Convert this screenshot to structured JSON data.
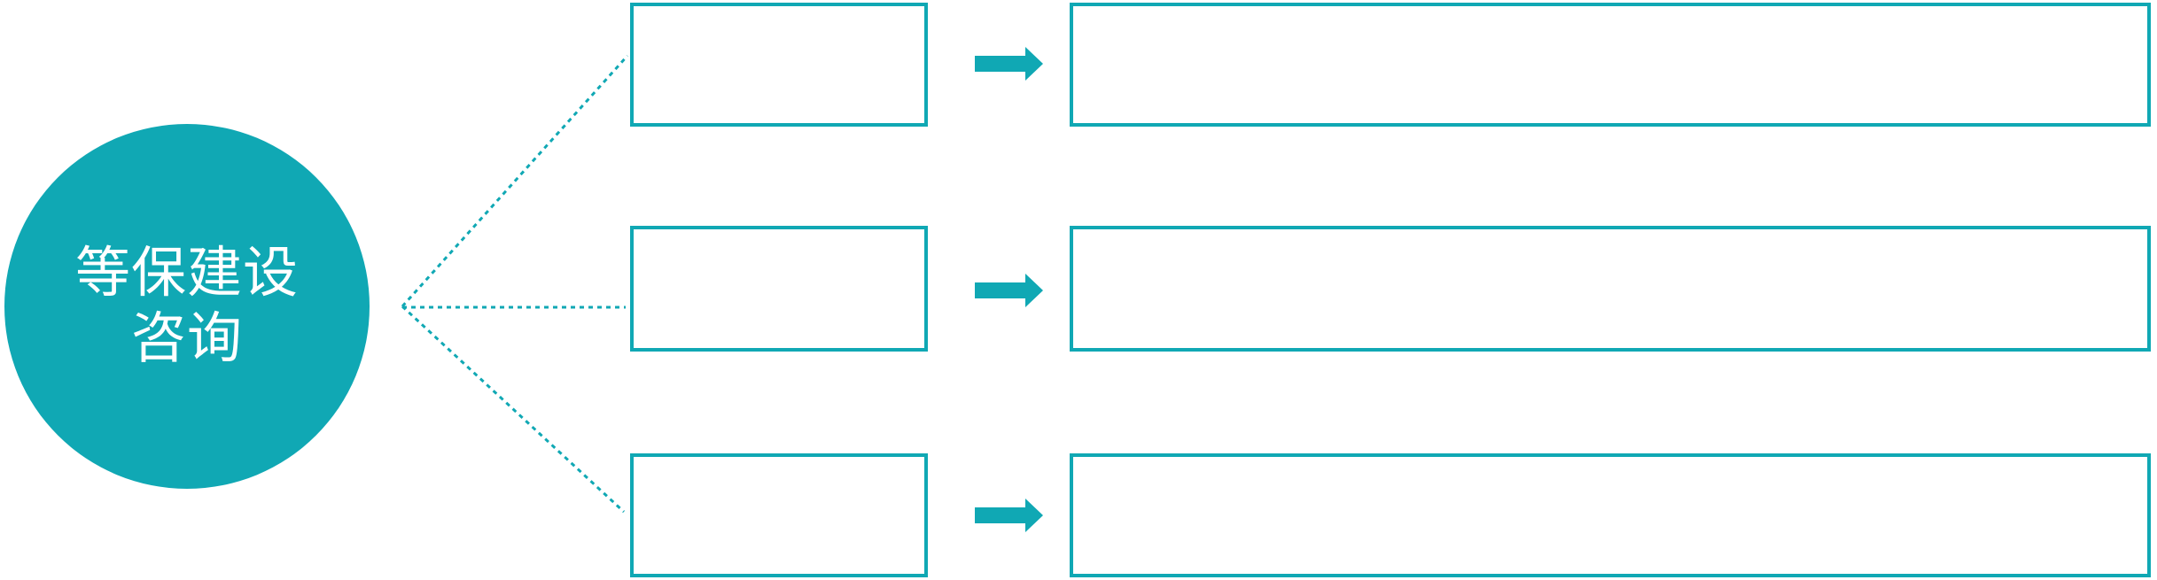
{
  "background_color": "#ffffff",
  "accent_color": "#10a8b4",
  "center_node": {
    "label_line1": "等保建设",
    "label_line2": "咨询",
    "text_color": "#ffffff"
  },
  "branches": [
    {
      "category_box_label": "",
      "detail_box_label": ""
    },
    {
      "category_box_label": "",
      "detail_box_label": ""
    },
    {
      "category_box_label": "",
      "detail_box_label": ""
    }
  ],
  "icons": {
    "arrow": "right-arrow-icon",
    "connector": "dotted-fan-connector"
  }
}
